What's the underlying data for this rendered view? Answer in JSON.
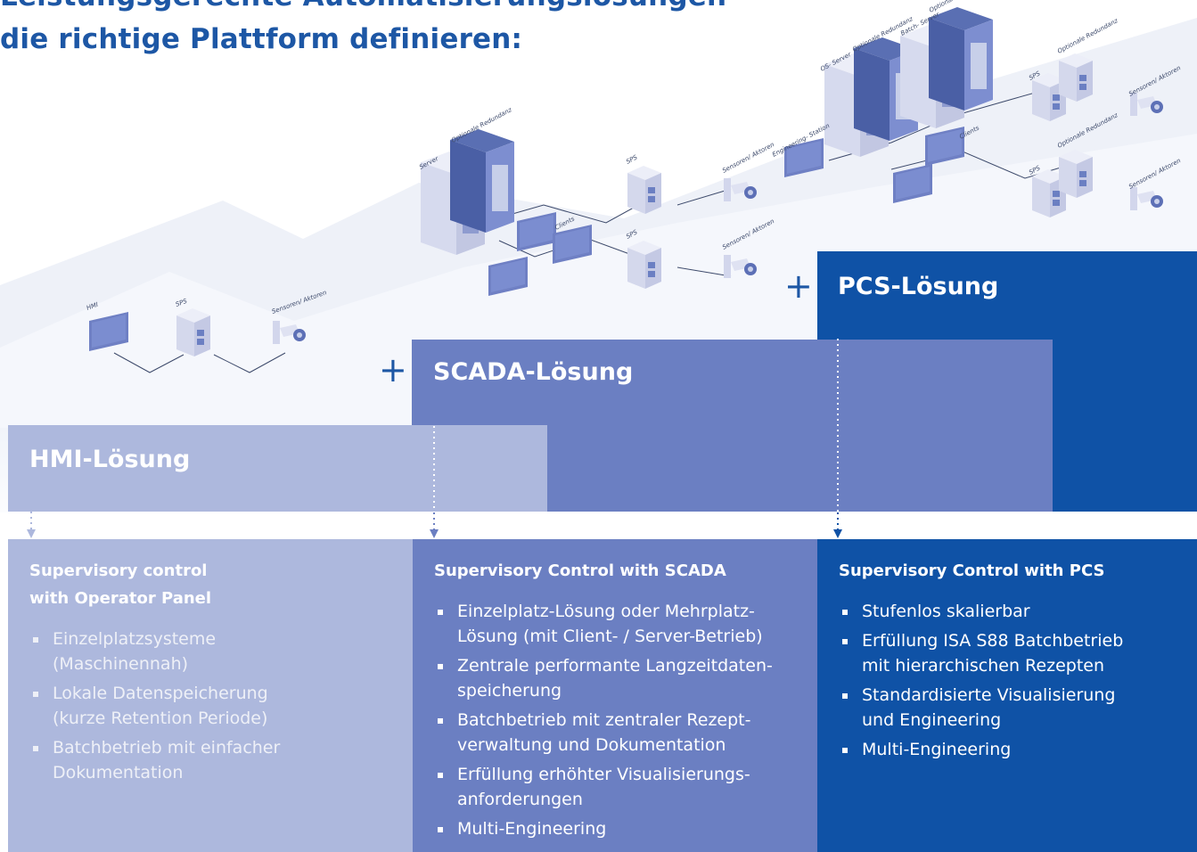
{
  "colors": {
    "brand_blue": "#1d57a5",
    "hmi": "#adb8dd",
    "scada": "#6b7fc2",
    "pcs": "#0f52a6"
  },
  "headline": {
    "line1": "Leistungsgerechte Automatisierungslösungen",
    "line2": "die richtige Plattform definieren:"
  },
  "illustration": {
    "hmi_group": {
      "hmi": "HMI",
      "sps": "SPS",
      "sensors": "Sensoren/\nAktoren"
    },
    "scada_group": {
      "server": "Server",
      "redundancy": "Optionale\nRedundanz",
      "sps_top": "SPS",
      "sps_bottom": "SPS",
      "sensors_top": "Sensoren/\nAktoren",
      "sensors_bottom": "Sensoren/\nAktoren",
      "clients": "Clients"
    },
    "pcs_group": {
      "engineering": "Engineering-\nStation",
      "os_server": "OS-\nServer",
      "redundancy_1": "Optionale\nRedundanz",
      "batch_server": "Batch-\nServer",
      "redundancy_2": "Optionale\nRedundanz",
      "clients": "Clients",
      "sps_top": "SPS",
      "redundancy_3": "Optionale\nRedundanz",
      "sensors_top": "Sensoren/\nAktoren",
      "sps_bottom": "SPS",
      "redundancy_4": "Optionale\nRedundanz",
      "sensors_bottom": "Sensoren/\nAktoren"
    }
  },
  "levels": {
    "plus_symbol": "+",
    "hmi_title": "HMI-Lösung",
    "scada_title": "SCADA-Lösung",
    "pcs_title": "PCS-Lösung"
  },
  "columns": {
    "hmi": {
      "title": "Supervisory control\nwith Operator Panel",
      "items": [
        "Einzelplatzsysteme\n(Maschinennah)",
        "Lokale Datenspeicherung\n(kurze Retention Periode)",
        "Batchbetrieb mit einfacher\nDokumentation"
      ]
    },
    "scada": {
      "title": "Supervisory Control with SCADA",
      "items": [
        "Einzelplatz-Lösung oder Mehrplatz-\nLösung (mit Client- / Server-Betrieb)",
        "Zentrale performante Langzeitdaten-\nspeicherung",
        "Batchbetrieb mit zentraler Rezept-\nverwaltung und Dokumentation",
        "Erfüllung erhöhter Visualisierungs-\nanforderungen",
        "Multi-Engineering"
      ]
    },
    "pcs": {
      "title": "Supervisory Control with PCS",
      "items": [
        "Stufenlos skalierbar",
        "Erfüllung ISA S88 Batchbetrieb\nmit hierarchischen Rezepten",
        "Standardisierte Visualisierung\nund Engineering",
        "Multi-Engineering"
      ]
    }
  }
}
